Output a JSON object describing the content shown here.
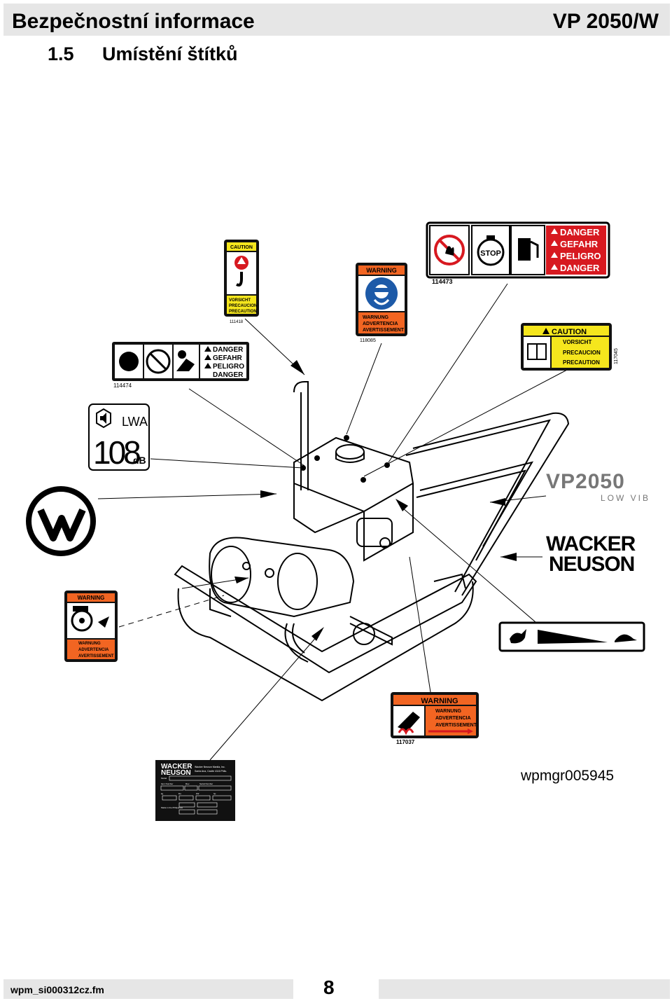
{
  "header": {
    "title": "Bezpečnostní informace",
    "model": "VP 2050/W"
  },
  "section": {
    "number": "1.5",
    "title": "Umístění štítků"
  },
  "figure_id": "wpmgr005945",
  "footer": {
    "file": "wpm_si000312cz.fm",
    "page": "8"
  },
  "labels": {
    "l114473": {
      "words": [
        "DANGER",
        "GEFAHR",
        "PELIGRO",
        "DANGER"
      ],
      "stop": "STOP",
      "part": "114473"
    },
    "l118085": {
      "top": "WARNING",
      "lines": [
        "WARNUNG",
        "ADVERTENCIA",
        "AVERTISSEMENT"
      ],
      "part": "118085"
    },
    "l111418": {
      "top": "CAUTION",
      "lines": [
        "VORSICHT",
        "PRECAUCION",
        "PRECAUTION"
      ],
      "part": "111418"
    },
    "l114474": {
      "words": [
        "DANGER",
        "GEFAHR",
        "PELIGRO",
        "DANGER"
      ],
      "part": "114474"
    },
    "l117045": {
      "top": "CAUTION",
      "lines": [
        "VORSICHT",
        "PRECAUCION",
        "PRECAUTION"
      ],
      "part": "117045"
    },
    "lwa": {
      "value": "108",
      "unit": "dB",
      "symbol": "LWA"
    },
    "vp_logo": {
      "model": "VP2050",
      "sub": "LOW VIB"
    },
    "brand": {
      "line1": "WACKER",
      "line2": "NEUSON"
    },
    "belt": {
      "top": "WARNING",
      "lines": [
        "WARNUNG",
        "ADVERTENCIA",
        "AVERTISSEMENT"
      ]
    },
    "l117037": {
      "top": "WARNING",
      "lines": [
        "WARNUNG",
        "ADVERTENCIA",
        "AVERTISSEMENT"
      ],
      "part": "117037"
    },
    "nameplate": {
      "brand1": "WACKER",
      "brand2": "NEUSON",
      "company": "Wacker Neuson Manila, Inc.",
      "address": "Santa Ana, Cavite 4116 Phils.",
      "fields": [
        "Model",
        "Item Number",
        "Rev.",
        "Serial Number",
        "kg",
        "lbs",
        "kW",
        "hp",
        "Made in the Philippines"
      ]
    }
  },
  "colors": {
    "orange": "#f26522",
    "red": "#d71920",
    "black": "#111111",
    "yellow": "#f5e61d",
    "blue": "#1d5aa8"
  }
}
